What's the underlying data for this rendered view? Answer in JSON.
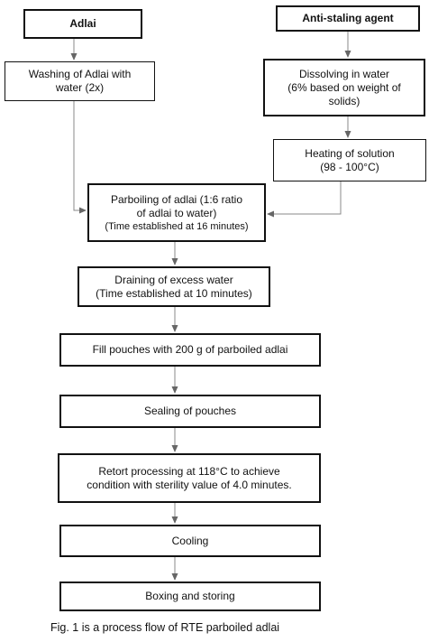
{
  "flowchart": {
    "adlai": "Adlai",
    "anti_staling_agent": "Anti-staling agent",
    "washing": [
      "Washing of Adlai with",
      "water (2x)"
    ],
    "dissolving": [
      "Dissolving in water",
      "(6% based on weight of",
      "solids)"
    ],
    "heating": [
      "Heating of solution",
      "(98 - 100°C)"
    ],
    "parboiling": [
      "Parboiling of adlai (1:6 ratio",
      "of adlai to water)",
      "(Time established at 16 minutes)"
    ],
    "draining": [
      "Draining of excess water",
      "(Time established at 10 minutes)"
    ],
    "fill": "Fill pouches with 200 g of parboiled adlai",
    "sealing": "Sealing of pouches",
    "retort": [
      "Retort processing at 118°C to achieve",
      "condition with sterility value of 4.0 minutes."
    ],
    "cooling": "Cooling",
    "boxing": "Boxing and storing"
  },
  "caption": "Fig. 1  is a process flow of RTE parboiled adlai",
  "colors": {
    "line": "#111111",
    "arrow": "#888888",
    "background": "#ffffff"
  }
}
